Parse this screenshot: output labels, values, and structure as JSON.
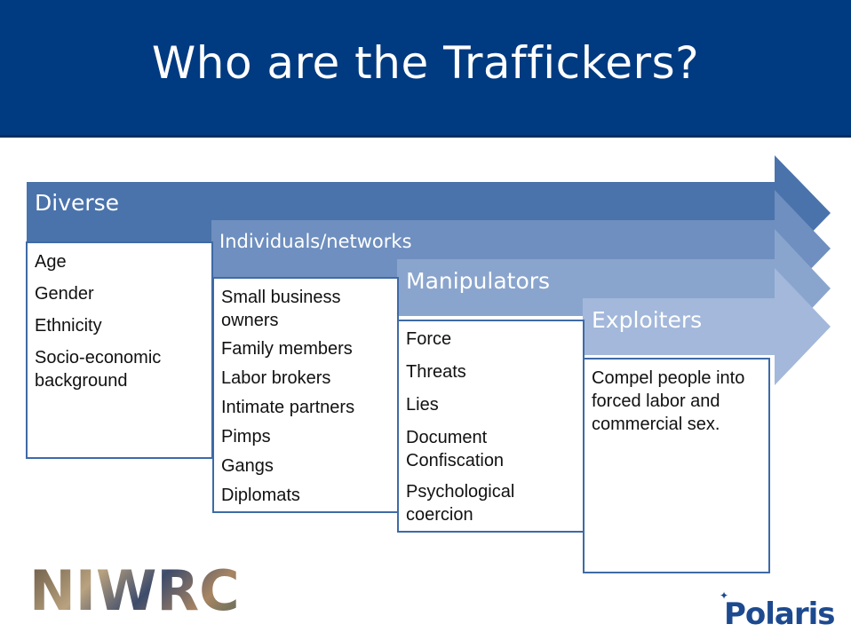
{
  "slide": {
    "title": "Who are the Traffickers?",
    "colors": {
      "title_bg": "#003a80",
      "arrow1": "#4a73ab",
      "arrow2": "#6e8fbf",
      "arrow3": "#8aa5cd",
      "arrow4": "#a3b8da",
      "box_border": "#3f6aa6",
      "polaris": "#1d4a8f"
    },
    "arrows": [
      {
        "label": "Diverse"
      },
      {
        "label": "Individuals/networks"
      },
      {
        "label": "Manipulators"
      },
      {
        "label": "Exploiters"
      }
    ],
    "boxes": [
      {
        "items": [
          "Age",
          "Gender",
          "Ethnicity",
          "Socio-economic background"
        ]
      },
      {
        "items": [
          "Small business owners",
          "Family members",
          "Labor brokers",
          "Intimate partners",
          "Pimps",
          "Gangs",
          "Diplomats"
        ]
      },
      {
        "items": [
          "Force",
          "Threats",
          "Lies",
          "Document Confiscation",
          "Psychological coercion"
        ]
      },
      {
        "items": [
          "Compel people into forced labor and commercial sex."
        ]
      }
    ],
    "logos": {
      "left_text": "NIWRC",
      "right_text": "Polaris",
      "right_icon": "star-icon"
    }
  }
}
